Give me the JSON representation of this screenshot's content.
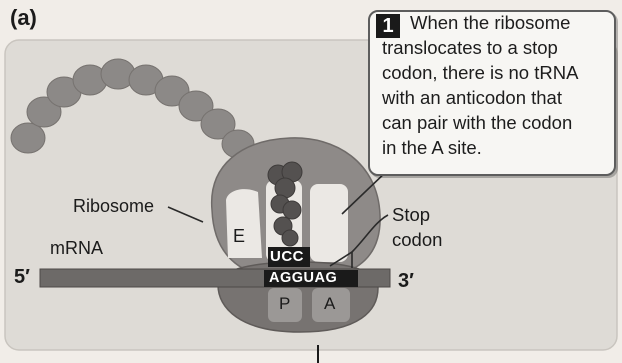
{
  "panel_label": "(a)",
  "step": {
    "number": "1",
    "lines": [
      "When the ribosome",
      "translocates to a stop",
      "codon, there is no tRNA",
      "with an anticodon that",
      "can pair with the codon",
      "in the A site."
    ]
  },
  "labels": {
    "ribosome": "Ribosome",
    "mrna": "mRNA",
    "five_prime": "5′",
    "three_prime": "3′",
    "stop": "Stop",
    "codon": "codon",
    "site_e": "E",
    "site_p": "P",
    "site_a": "A",
    "anticodon": "UCC",
    "mrna_sequence": "AGGUAG"
  },
  "colors": {
    "background": "#f1ede8",
    "panel": "#dedbd6",
    "ribosome_large": "#8e8a88",
    "ribosome_small": "#777371",
    "site": "#ebe8e4",
    "mrna": "#6d6a68",
    "polypeptide": "#8c8987",
    "trna": "#545150",
    "codon_box": "#1a1a1a"
  }
}
